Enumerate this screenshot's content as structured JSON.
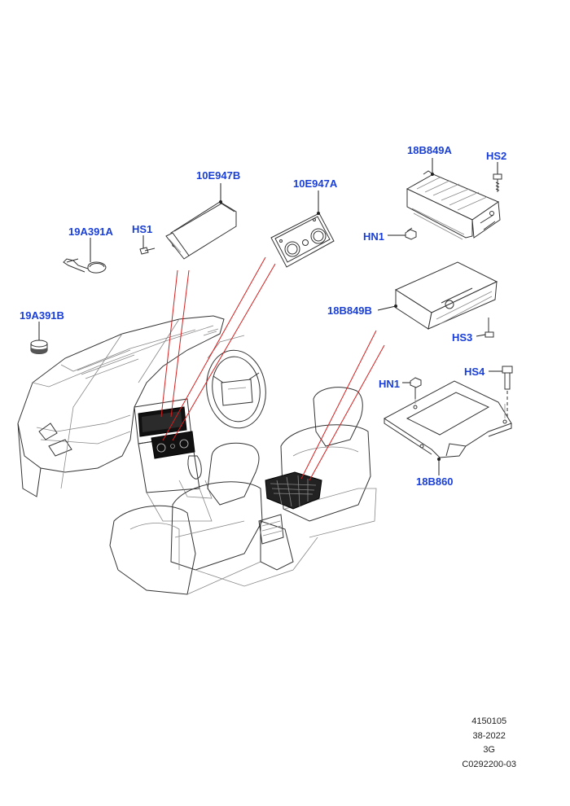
{
  "callouts": {
    "c_10E947B": "10E947B",
    "c_10E947A": "10E947A",
    "c_19A391A": "19A391A",
    "c_HS1": "HS1",
    "c_19A391B": "19A391B",
    "c_18B849A": "18B849A",
    "c_HS2": "HS2",
    "c_HN1_top": "HN1",
    "c_18B849B": "18B849B",
    "c_HS3": "HS3",
    "c_HN1_bottom": "HN1",
    "c_HS4": "HS4",
    "c_18B860": "18B860"
  },
  "footer": {
    "line1": "4150105",
    "line2": "38-2022",
    "line3": "3G",
    "line4": "C0292200-03"
  }
}
